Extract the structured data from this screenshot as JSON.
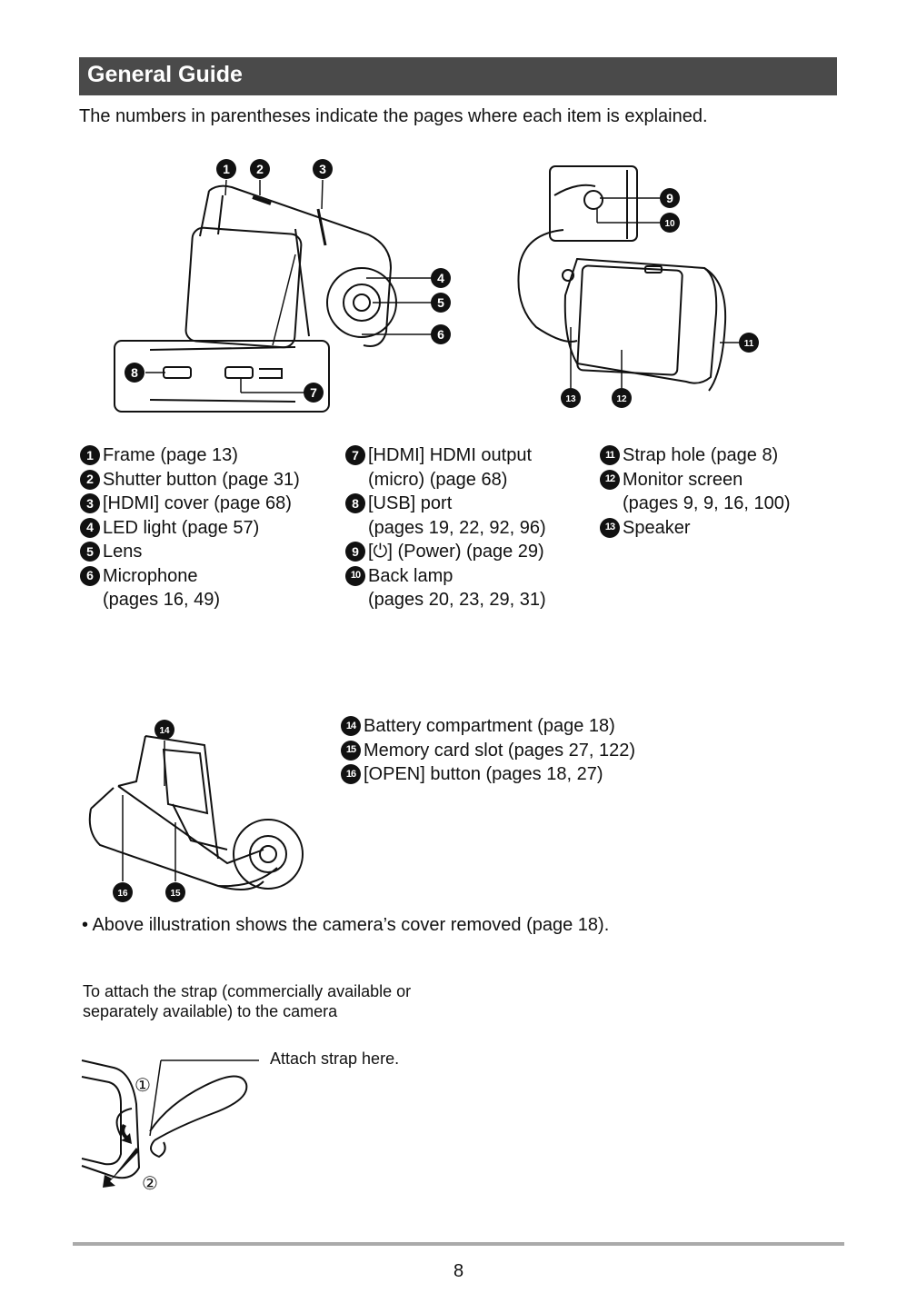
{
  "header": {
    "title": "General Guide"
  },
  "intro": "The numbers in parentheses indicate the pages where each item is explained.",
  "callouts": [
    "1",
    "2",
    "3",
    "4",
    "5",
    "6",
    "7",
    "8",
    "9",
    "10",
    "11",
    "12",
    "13",
    "14",
    "15",
    "16"
  ],
  "list_col1": [
    {
      "num": "1",
      "lines": [
        "Frame (page 13)"
      ]
    },
    {
      "num": "2",
      "lines": [
        "Shutter button (page 31)"
      ]
    },
    {
      "num": "3",
      "lines": [
        "[HDMI] cover (page 68)"
      ]
    },
    {
      "num": "4",
      "lines": [
        "LED light (page 57)"
      ]
    },
    {
      "num": "5",
      "lines": [
        "Lens"
      ]
    },
    {
      "num": "6",
      "lines": [
        "Microphone",
        "(pages 16, 49)"
      ]
    }
  ],
  "list_col2": [
    {
      "num": "7",
      "lines": [
        "[HDMI] HDMI output",
        "(micro) (page 68)"
      ]
    },
    {
      "num": "8",
      "lines": [
        "[USB] port",
        "(pages 19, 22, 92, 96)"
      ]
    },
    {
      "num": "9",
      "lines": [
        "[⏻] (Power) (page 29)"
      ]
    },
    {
      "num": "10",
      "lines": [
        "Back lamp",
        "(pages 20, 23, 29, 31)"
      ]
    }
  ],
  "list_col3": [
    {
      "num": "11",
      "lines": [
        "Strap hole (page 8)"
      ]
    },
    {
      "num": "12",
      "lines": [
        "Monitor screen",
        "(pages 9, 9, 16, 100)"
      ]
    },
    {
      "num": "13",
      "lines": [
        "Speaker"
      ]
    }
  ],
  "list_col4": [
    {
      "num": "14",
      "lines": [
        "Battery compartment (page 18)"
      ]
    },
    {
      "num": "15",
      "lines": [
        "Memory card slot (pages 27, 122)"
      ]
    },
    {
      "num": "16",
      "lines": [
        "[OPEN] button (pages 18, 27)"
      ]
    }
  ],
  "note": "•  Above illustration shows the camera’s cover removed (page 18).",
  "strap": {
    "title_line1": "To attach the strap (commercially available or",
    "title_line2": "separately available) to the camera",
    "label": "Attach strap here.",
    "step1": "①",
    "step2": "②"
  },
  "page_number": "8"
}
